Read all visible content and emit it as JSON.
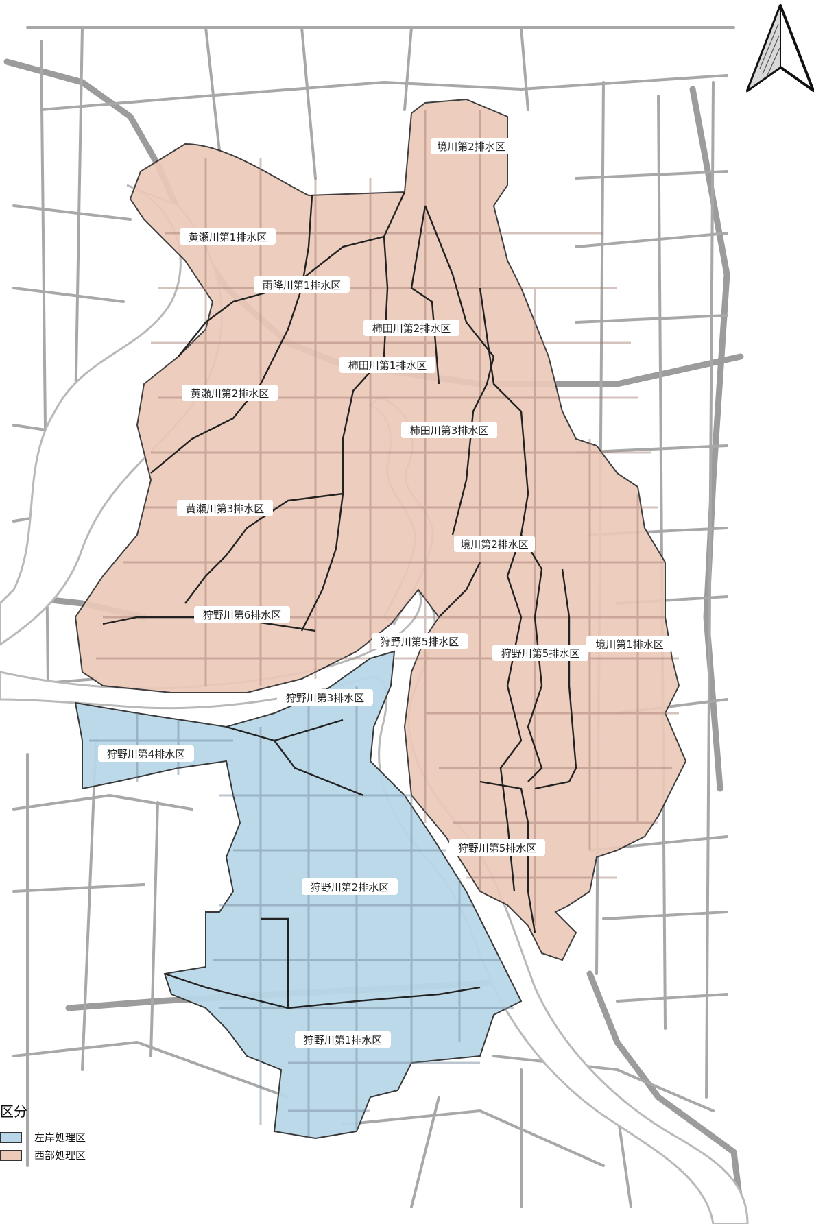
{
  "map": {
    "districts": [
      {
        "name": "境川第2排水区",
        "zone": "west"
      },
      {
        "name": "黄瀬川第1排水区",
        "zone": "west"
      },
      {
        "name": "雨降川第1排水区",
        "zone": "west"
      },
      {
        "name": "柿田川第2排水区",
        "zone": "west"
      },
      {
        "name": "柿田川第1排水区",
        "zone": "west"
      },
      {
        "name": "黄瀬川第2排水区",
        "zone": "west"
      },
      {
        "name": "柿田川第3排水区",
        "zone": "west"
      },
      {
        "name": "黄瀬川第3排水区",
        "zone": "west"
      },
      {
        "name": "境川第2排水区",
        "zone": "west"
      },
      {
        "name": "狩野川第6排水区",
        "zone": "west"
      },
      {
        "name": "狩野川第5排水区",
        "zone": "west"
      },
      {
        "name": "狩野川第5排水区",
        "zone": "west"
      },
      {
        "name": "境川第1排水区",
        "zone": "west"
      },
      {
        "name": "狩野川第3排水区",
        "zone": "left"
      },
      {
        "name": "狩野川第4排水区",
        "zone": "left"
      },
      {
        "name": "狩野川第5排水区",
        "zone": "west"
      },
      {
        "name": "狩野川第2排水区",
        "zone": "left"
      },
      {
        "name": "狩野川第1排水区",
        "zone": "left"
      }
    ]
  },
  "legend": {
    "title": "区分",
    "items": [
      {
        "label": "左岸処理区",
        "color": "#b9d7e8"
      },
      {
        "label": "西部処理区",
        "color": "#ecc9b9"
      }
    ]
  },
  "north_arrow": {
    "icon": "north-arrow-icon"
  }
}
